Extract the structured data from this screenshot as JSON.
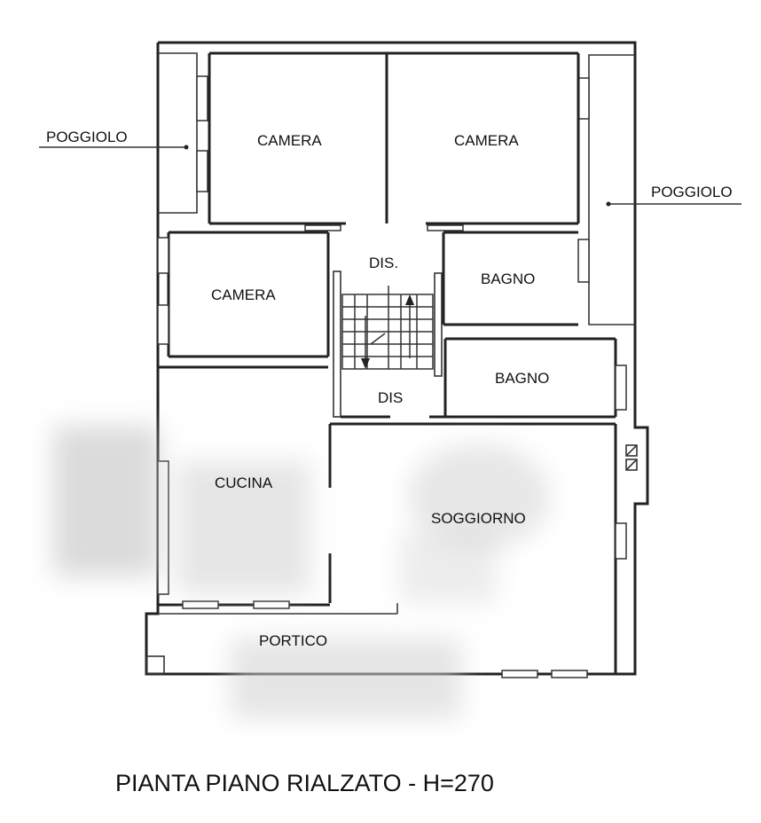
{
  "rooms": {
    "poggiolo_left": "POGGIOLO",
    "camera_top_left": "CAMERA",
    "camera_top_right": "CAMERA",
    "poggiolo_right": "POGGIOLO",
    "dis_upper": "DIS.",
    "camera_mid": "CAMERA",
    "bagno_upper": "BAGNO",
    "bagno_lower": "BAGNO",
    "dis_lower": "DIS",
    "cucina": "CUCINA",
    "soggiorno": "SOGGIORNO",
    "portico": "PORTICO"
  },
  "title": "PIANTA PIANO RIALZATO - H=270",
  "colors": {
    "line": "#222222",
    "background": "#ffffff"
  }
}
